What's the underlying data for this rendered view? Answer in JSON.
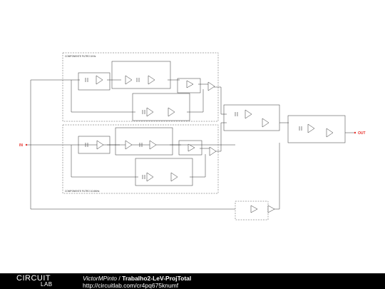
{
  "schematic": {
    "input_label": "IN",
    "output_label": "OUT",
    "block_top_title": "COMPONENTE FILTRO 1KHz",
    "block_bottom_title": "COMPONENTE FILTRO 10.6MHz",
    "colors": {
      "wire": "#333333",
      "io": "#e8302a",
      "box": "#555555"
    }
  },
  "footer": {
    "logo_top": "CIRCUIT",
    "logo_bottom": "LAB",
    "author": "VictorMPinto",
    "separator": " / ",
    "project": "Trabalho2-LeV-ProjTotal",
    "url": "http://circuitlab.com/cr4pq675knumf"
  }
}
